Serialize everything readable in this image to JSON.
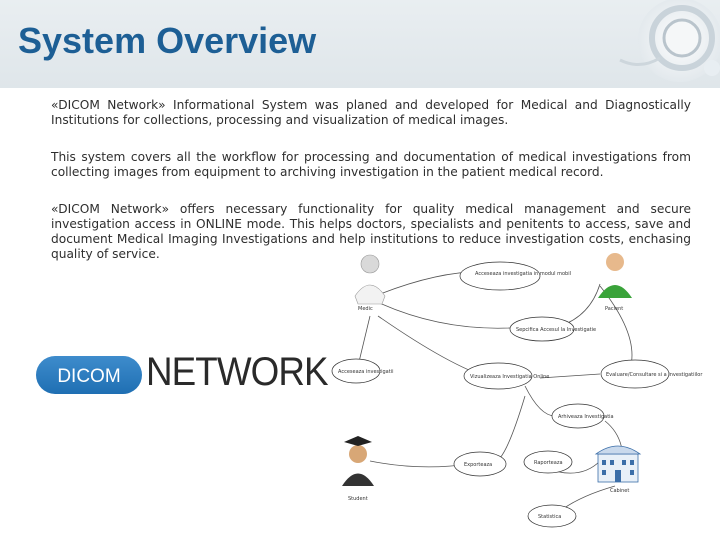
{
  "slide": {
    "title": "System Overview",
    "paragraphs": [
      "«DICOM Network» Informational System was planed and developed for Medical and Diagnostically Institutions for collections, processing and visualization of medical images.",
      "This system covers all the workflow for processing and documentation of medical investigations from collecting images from equipment to archiving investigation in the patient medical record.",
      "«DICOM Network» offers necessary functionality for quality medical management and secure investigation access in ONLINE mode. This helps doctors, specialists and penitents to access, save and document Medical Imaging Investigations and help institutions to reduce investigation costs, enchasing quality of service."
    ]
  },
  "logo": {
    "left_word": "DICOM",
    "right_word": "NETWORK",
    "pill_color": "#2a7bc0"
  },
  "diagram": {
    "actors": {
      "medic": "Medic",
      "patient": "Pacient",
      "student": "Student",
      "cabinet": "Cabinet"
    },
    "usecases": [
      "Acceseaza investigatia in modul mobil",
      "Sepcifica Accesul la Investigatie",
      "Acceseaza investigatii",
      "Vizualizeaza Investigatia Online",
      "Evaluare/Consultare si a Investigatiilor",
      "Arhiveaza Investigatia",
      "Exporteaza",
      "Raporteaza",
      "Statistica"
    ]
  },
  "colors": {
    "title": "#1d5f95",
    "header_bg": "#e4eaee",
    "body_text": "#2e2e2e"
  }
}
